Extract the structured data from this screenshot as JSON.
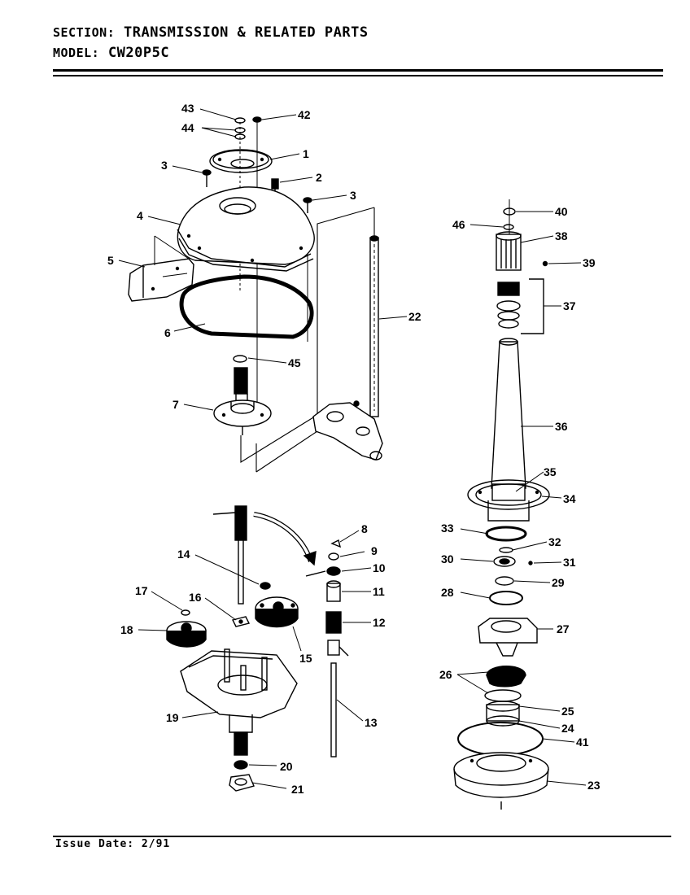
{
  "header": {
    "section_key": "SECTION:",
    "section_value": "TRANSMISSION & RELATED PARTS",
    "model_key": "MODEL:",
    "model_value": "CW20P5C"
  },
  "footer": {
    "issue_label": "Issue Date:",
    "issue_value": "2/91"
  },
  "callouts": [
    "1",
    "2",
    "3",
    "4",
    "5",
    "6",
    "7",
    "8",
    "9",
    "10",
    "11",
    "12",
    "13",
    "14",
    "15",
    "16",
    "17",
    "18",
    "19",
    "20",
    "21",
    "22",
    "23",
    "24",
    "25",
    "26",
    "27",
    "28",
    "29",
    "30",
    "31",
    "32",
    "33",
    "34",
    "35",
    "36",
    "37",
    "38",
    "39",
    "40",
    "41",
    "42",
    "43",
    "44",
    "45",
    "46"
  ]
}
